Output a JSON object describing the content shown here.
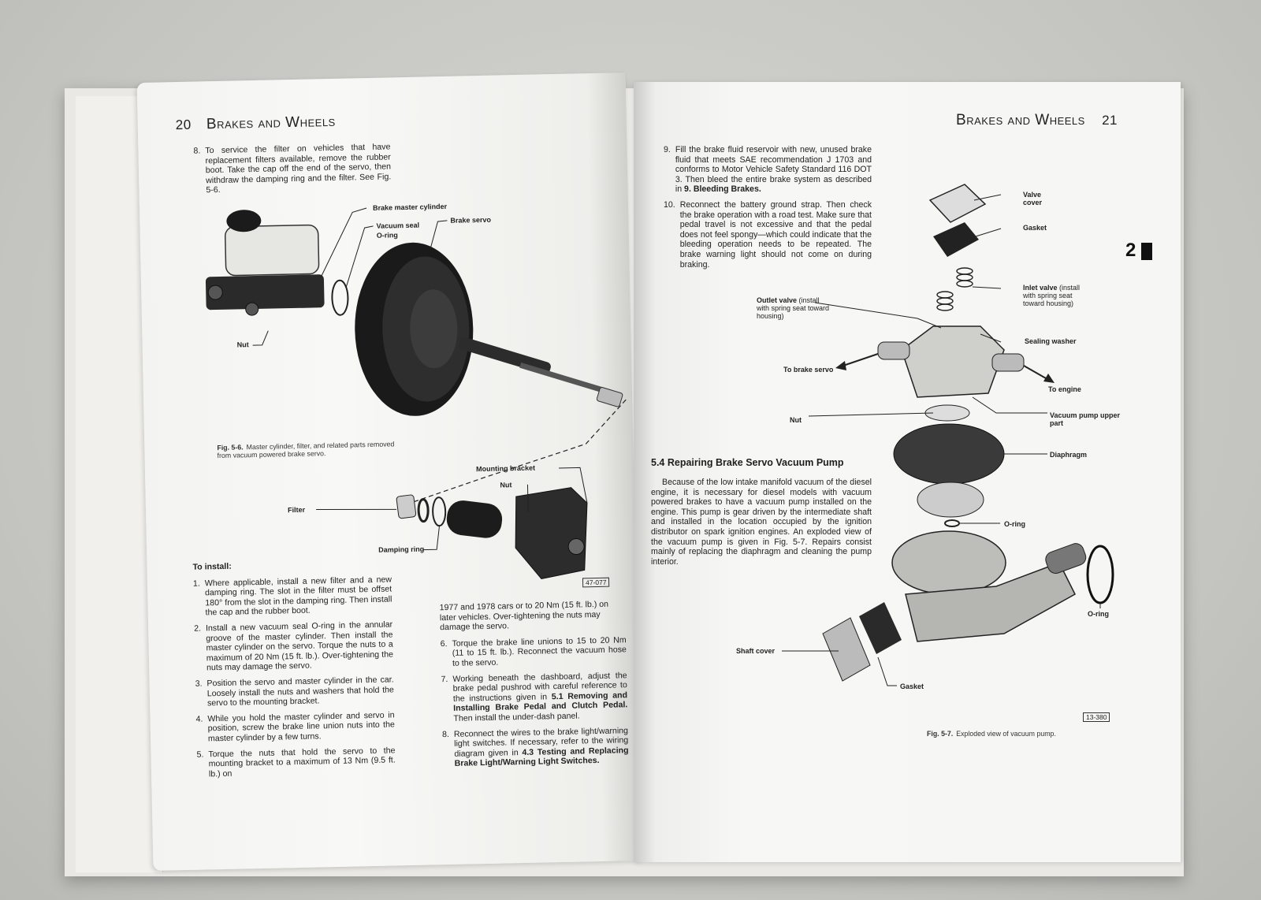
{
  "left_page": {
    "page_number": "20",
    "header": "Brakes and Wheels",
    "step8_top": {
      "num": "8.",
      "text": "To service the filter on vehicles that have replacement filters available, remove the rubber boot. Take the cap off the end of the servo, then withdraw the damping ring and the filter. See Fig. 5-6."
    },
    "fig56": {
      "labels": {
        "master_cylinder": "Brake master cylinder",
        "vacuum_seal": "Vacuum seal",
        "o_ring": "O-ring",
        "brake_servo": "Brake servo",
        "nut_top": "Nut",
        "mounting_bracket": "Mounting bracket",
        "nut_bracket": "Nut",
        "filter": "Filter",
        "damping_ring": "Damping ring"
      },
      "caption_num": "Fig. 5-6.",
      "caption_text": "Master cylinder, filter, and related parts removed from vacuum powered brake servo.",
      "code": "47-077"
    },
    "to_install_heading": "To install:",
    "install_steps": [
      {
        "num": "1.",
        "text": "Where applicable, install a new filter and a new damping ring. The slot in the filter must be offset 180° from the slot in the damping ring. Then install the cap and the rubber boot."
      },
      {
        "num": "2.",
        "text": "Install a new vacuum seal O-ring in the annular groove of the master cylinder. Then install the master cylinder on the servo. Torque the nuts to a maximum of 20 Nm (15 ft. lb.). Over-tightening the nuts may damage the servo."
      },
      {
        "num": "3.",
        "text": "Position the servo and master cylinder in the car. Loosely install the nuts and washers that hold the servo to the mounting bracket."
      },
      {
        "num": "4.",
        "text": "While you hold the master cylinder and servo in position, screw the brake line union nuts into the master cylinder by a few turns."
      },
      {
        "num": "5.",
        "text": "Torque the nuts that hold the servo to the mounting bracket to a maximum of 13 Nm (9.5 ft. lb.) on"
      }
    ],
    "col2_cont": "1977 and 1978 cars or to 20 Nm (15 ft. lb.) on later vehicles. Over-tightening the nuts may damage the servo.",
    "col2_steps": [
      {
        "num": "6.",
        "text": "Torque the brake line unions to 15 to 20 Nm (11 to 15 ft. lb.). Reconnect the vacuum hose to the servo."
      },
      {
        "num": "7.",
        "pre": "Working beneath the dashboard, adjust the brake pedal pushrod with careful reference to the instructions given in ",
        "bold": "5.1 Removing and Installing Brake Pedal and Clutch Pedal.",
        "post": " Then install the under-dash panel."
      },
      {
        "num": "8.",
        "pre": "Reconnect the wires to the brake light/warning light switches. If necessary, refer to the wiring diagram given in ",
        "bold": "4.3 Testing and Replacing Brake Light/Warning Light Switches.",
        "post": ""
      }
    ]
  },
  "right_page": {
    "page_number": "21",
    "header": "Brakes and Wheels",
    "steps": [
      {
        "num": "9.",
        "pre": "Fill the brake fluid reservoir with new, unused brake fluid that meets SAE recommendation J 1703 and conforms to Motor Vehicle Safety Standard 116 DOT 3. Then bleed the entire brake system as described in ",
        "bold": "9. Bleeding Brakes.",
        "post": ""
      },
      {
        "num": "10.",
        "pre": "Reconnect the battery ground strap. Then check the brake operation with a road test. Make sure that pedal travel is not excessive and that the pedal does not feel spongy—which could indicate that the bleeding operation needs to be repeated. The brake warning light should not come on during braking.",
        "bold": "",
        "post": ""
      }
    ],
    "section_heading": "5.4 Repairing Brake Servo Vacuum Pump",
    "section_body": "Because of the low intake manifold vacuum of the diesel engine, it is necessary for diesel models with vacuum powered brakes to have a vacuum pump installed on the engine. This pump is gear driven by the intermediate shaft and installed in the location occupied by the ignition distributor on spark ignition engines. An exploded view of the vacuum pump is given in Fig. 5-7. Repairs consist mainly of replacing the diaphragm and cleaning the pump interior.",
    "chapter_tab": "2",
    "fig57": {
      "labels": {
        "valve_cover": "Valve cover",
        "gasket_top": "Gasket",
        "inlet_valve": "Inlet valve",
        "inlet_valve_note": "(install with spring seat toward housing)",
        "outlet_valve": "Outlet valve",
        "outlet_valve_note": "(install with spring seat toward housing)",
        "sealing_washer": "Sealing washer",
        "to_brake_servo": "To brake servo",
        "to_engine": "To engine",
        "nut": "Nut",
        "vacuum_pump_upper": "Vacuum pump upper part",
        "diaphragm": "Diaphragm",
        "o_ring_mid": "O-ring",
        "o_ring_right": "O-ring",
        "shaft_cover": "Shaft cover",
        "gasket_bottom": "Gasket"
      },
      "caption_num": "Fig. 5-7.",
      "caption_text": "Exploded view of vacuum pump.",
      "code": "13-380"
    }
  }
}
